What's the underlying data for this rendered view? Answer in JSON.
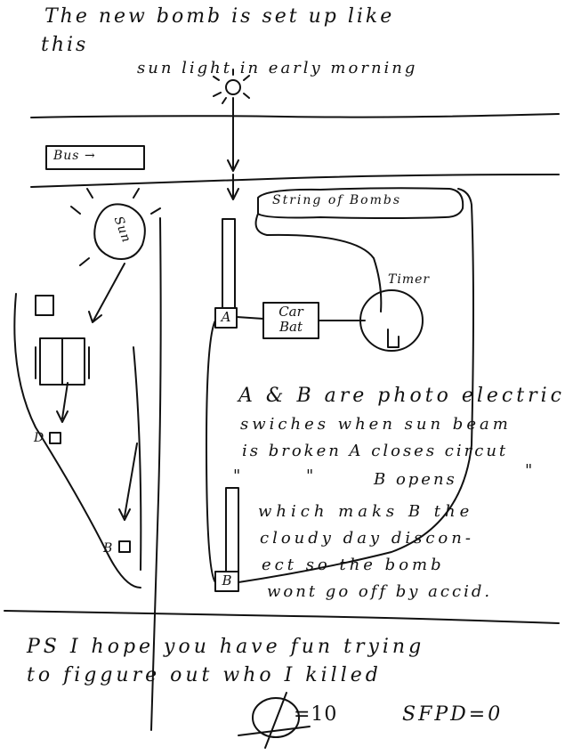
{
  "header": {
    "line1": "The new bomb is set up like",
    "line2": "this",
    "sun_note": "sun light in early morning"
  },
  "diagram": {
    "bus_label": "Bus →",
    "sun_label": "Sun",
    "string_label": "String of Bombs",
    "timer_label": "Timer",
    "switch_a": "A",
    "switch_b": "B",
    "battery_line1": "Car",
    "battery_line2": "Bat",
    "left_d": "D",
    "left_b": "B"
  },
  "explanation": {
    "line1": "A & B are photo electric",
    "line2": "swiches when sun beam",
    "line3": "is broken A closes circut",
    "line4_ditto1": "\"",
    "line4_ditto2": "\"",
    "line4_mid": "B opens",
    "line4_ditto3": "\"",
    "line5": "which maks B the",
    "line6": "cloudy day discon-",
    "line7": "ect so the bomb",
    "line8": "wont go off by accid."
  },
  "postscript": {
    "line1": "PS I hope you have fun trying",
    "line2": "to figgure out who I killed"
  },
  "footer": {
    "score_symbol_value": "=10",
    "sfpd_score": "SFPD=0"
  }
}
